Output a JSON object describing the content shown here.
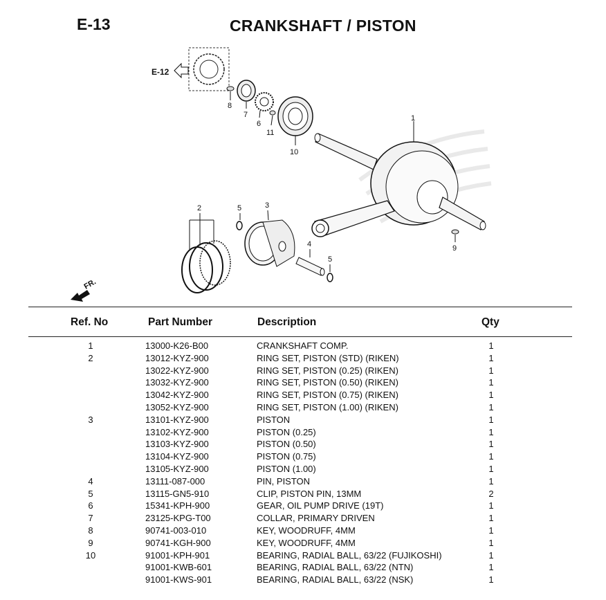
{
  "page": {
    "code": "E-13",
    "title": "CRANKSHAFT / PISTON"
  },
  "diagram": {
    "ref_labels": [
      "1",
      "2",
      "3",
      "4",
      "5",
      "5",
      "6",
      "7",
      "8",
      "9",
      "10",
      "11"
    ],
    "cross_ref": "E-12",
    "direction_label": "FR."
  },
  "table": {
    "headers": {
      "ref": "Ref. No",
      "part": "Part Number",
      "desc": "Description",
      "qty": "Qty"
    },
    "rows": [
      {
        "ref": "1",
        "part": "13000-K26-B00",
        "desc": "CRANKSHAFT COMP.",
        "qty": "1"
      },
      {
        "ref": "2",
        "part": "13012-KYZ-900",
        "desc": "RING SET, PISTON (STD) (RIKEN)",
        "qty": "1"
      },
      {
        "ref": "",
        "part": "13022-KYZ-900",
        "desc": "RING SET, PISTON (0.25) (RIKEN)",
        "qty": "1"
      },
      {
        "ref": "",
        "part": "13032-KYZ-900",
        "desc": "RING SET, PISTON (0.50) (RIKEN)",
        "qty": "1"
      },
      {
        "ref": "",
        "part": "13042-KYZ-900",
        "desc": "RING SET, PISTON (0.75) (RIKEN)",
        "qty": "1"
      },
      {
        "ref": "",
        "part": "13052-KYZ-900",
        "desc": "RING SET, PISTON (1.00) (RIKEN)",
        "qty": "1"
      },
      {
        "ref": "3",
        "part": "13101-KYZ-900",
        "desc": "PISTON",
        "qty": "1"
      },
      {
        "ref": "",
        "part": "13102-KYZ-900",
        "desc": "PISTON (0.25)",
        "qty": "1"
      },
      {
        "ref": "",
        "part": "13103-KYZ-900",
        "desc": "PISTON (0.50)",
        "qty": "1"
      },
      {
        "ref": "",
        "part": "13104-KYZ-900",
        "desc": "PISTON (0.75)",
        "qty": "1"
      },
      {
        "ref": "",
        "part": "13105-KYZ-900",
        "desc": "PISTON (1.00)",
        "qty": "1"
      },
      {
        "ref": "4",
        "part": "13111-087-000",
        "desc": "PIN, PISTON",
        "qty": "1"
      },
      {
        "ref": "5",
        "part": "13115-GN5-910",
        "desc": "CLIP, PISTON PIN, 13MM",
        "qty": "2"
      },
      {
        "ref": "6",
        "part": "15341-KPH-900",
        "desc": "GEAR, OIL PUMP DRIVE (19T)",
        "qty": "1"
      },
      {
        "ref": "7",
        "part": "23125-KPG-T00",
        "desc": "COLLAR, PRIMARY DRIVEN",
        "qty": "1"
      },
      {
        "ref": "8",
        "part": "90741-003-010",
        "desc": "KEY, WOODRUFF, 4MM",
        "qty": "1"
      },
      {
        "ref": "9",
        "part": "90741-KGH-900",
        "desc": "KEY, WOODRUFF, 4MM",
        "qty": "1"
      },
      {
        "ref": "10",
        "part": "91001-KPH-901",
        "desc": "BEARING, RADIAL BALL, 63/22 (FUJIKOSHI)",
        "qty": "1"
      },
      {
        "ref": "",
        "part": "91001-KWB-601",
        "desc": "BEARING, RADIAL BALL, 63/22 (NTN)",
        "qty": "1"
      },
      {
        "ref": "",
        "part": "91001-KWS-901",
        "desc": "BEARING, RADIAL BALL, 63/22 (NSK)",
        "qty": "1"
      }
    ]
  }
}
